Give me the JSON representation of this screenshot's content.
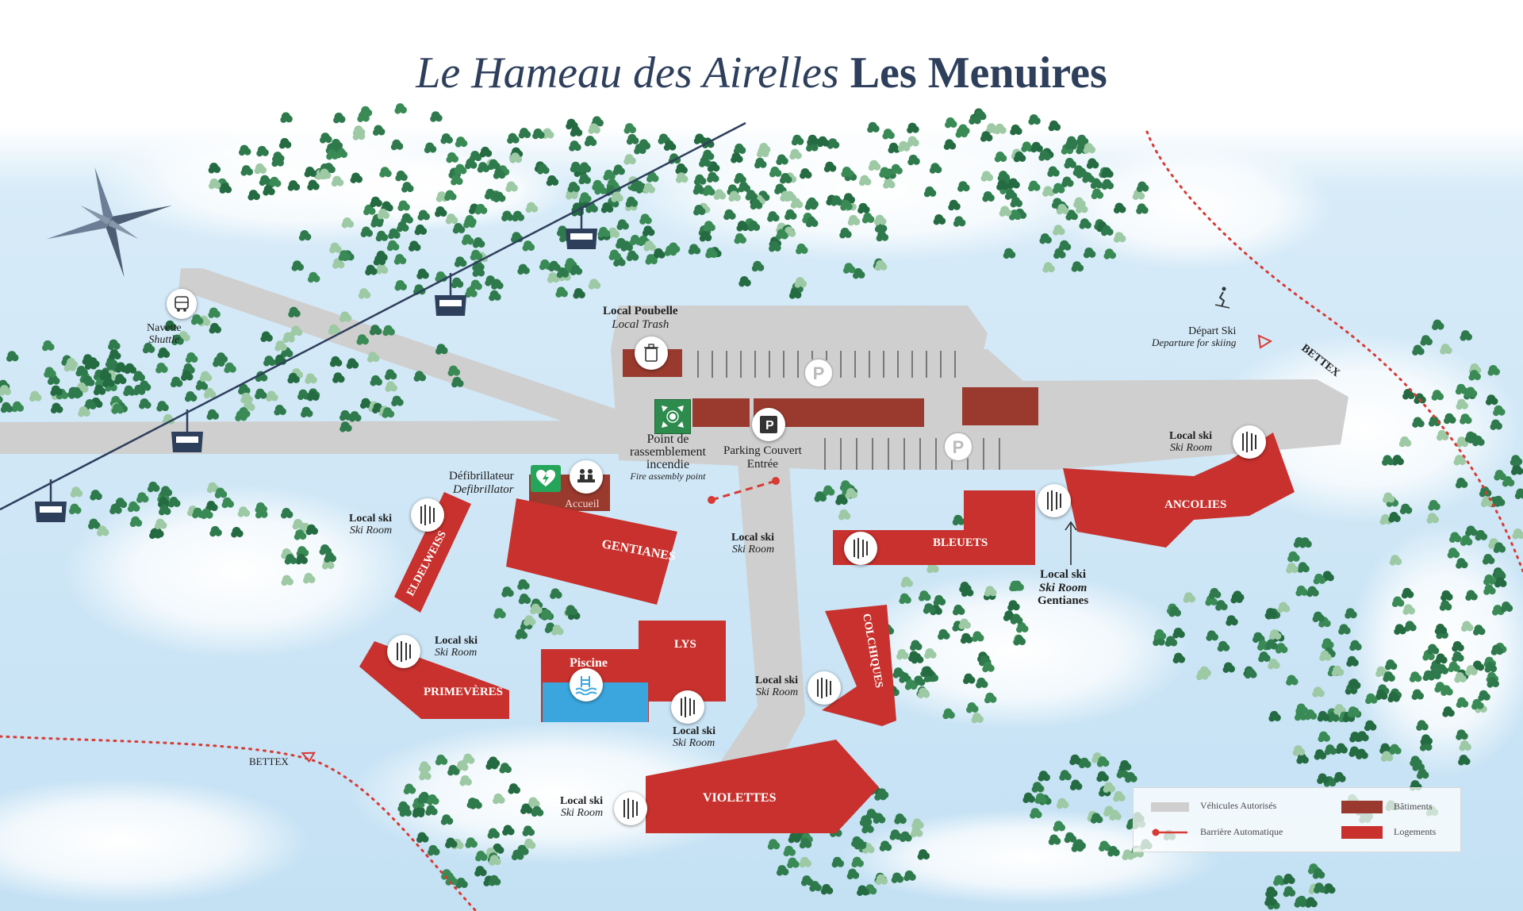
{
  "title": {
    "italic": "Le Hameau des Airelles",
    "bold": "Les Menuires"
  },
  "colors": {
    "road": "#cfcfcf",
    "building": "#9a3a2e",
    "housing": "#c8312d",
    "tree": "#2f7a4c",
    "tree_light": "#9dc9a5",
    "snow_blue": "#cfe6f5",
    "title": "#2e3f5c",
    "route": "#d83a34",
    "pool": "#3aa6dd",
    "assembly": "#2e8b4e",
    "defib": "#25a55a"
  },
  "buildings": {
    "gentianes": "GENTIANES",
    "eldelweiss": "ELDELWEISS",
    "primeveres": "PRIMEVÈRES",
    "lys": "LYS",
    "piscine": "Piscine",
    "violettes": "VIOLETTES",
    "colchiques": "COLCHIQUES",
    "bleuets": "BLEUETS",
    "ancolies": "ANCOLIES",
    "accueil": "Accueil"
  },
  "labels": {
    "local_poubelle": "Local Poubelle",
    "local_trash": "Local Trash",
    "navette": "Navette",
    "shuttle": "Shuttle",
    "point_rassemblement_1": "Point de",
    "point_rassemblement_2": "rassemblement",
    "point_rassemblement_3": "incendie",
    "fire_assembly": "Fire assembly point",
    "parking_couvert": "Parking Couvert",
    "entree": "Entrée",
    "defibrillateur": "Défibrillateur",
    "defibrillator": "Defibrillator",
    "depart_ski": "Départ Ski",
    "departure_skiing": "Departure for skiing",
    "bettex_right": "BETTEX",
    "bettex_left": "BETTEX",
    "local_ski": "Local ski",
    "ski_room": "Ski Room",
    "gentianes_ref": "Gentianes",
    "parking_letter": "P"
  },
  "legend": {
    "vehicules": "Véhicules Autorisés",
    "barriere": "Barrière Automatique",
    "batiments": "Bâtiments",
    "logements": "Logements"
  },
  "icons": [
    "compass-rose-icon",
    "gondola-icon",
    "bus-icon",
    "trash-bin-icon",
    "assembly-point-icon",
    "covered-parking-icon",
    "defibrillator-icon",
    "reception-icon",
    "ski-room-icon",
    "swimming-pool-icon",
    "skier-icon"
  ]
}
